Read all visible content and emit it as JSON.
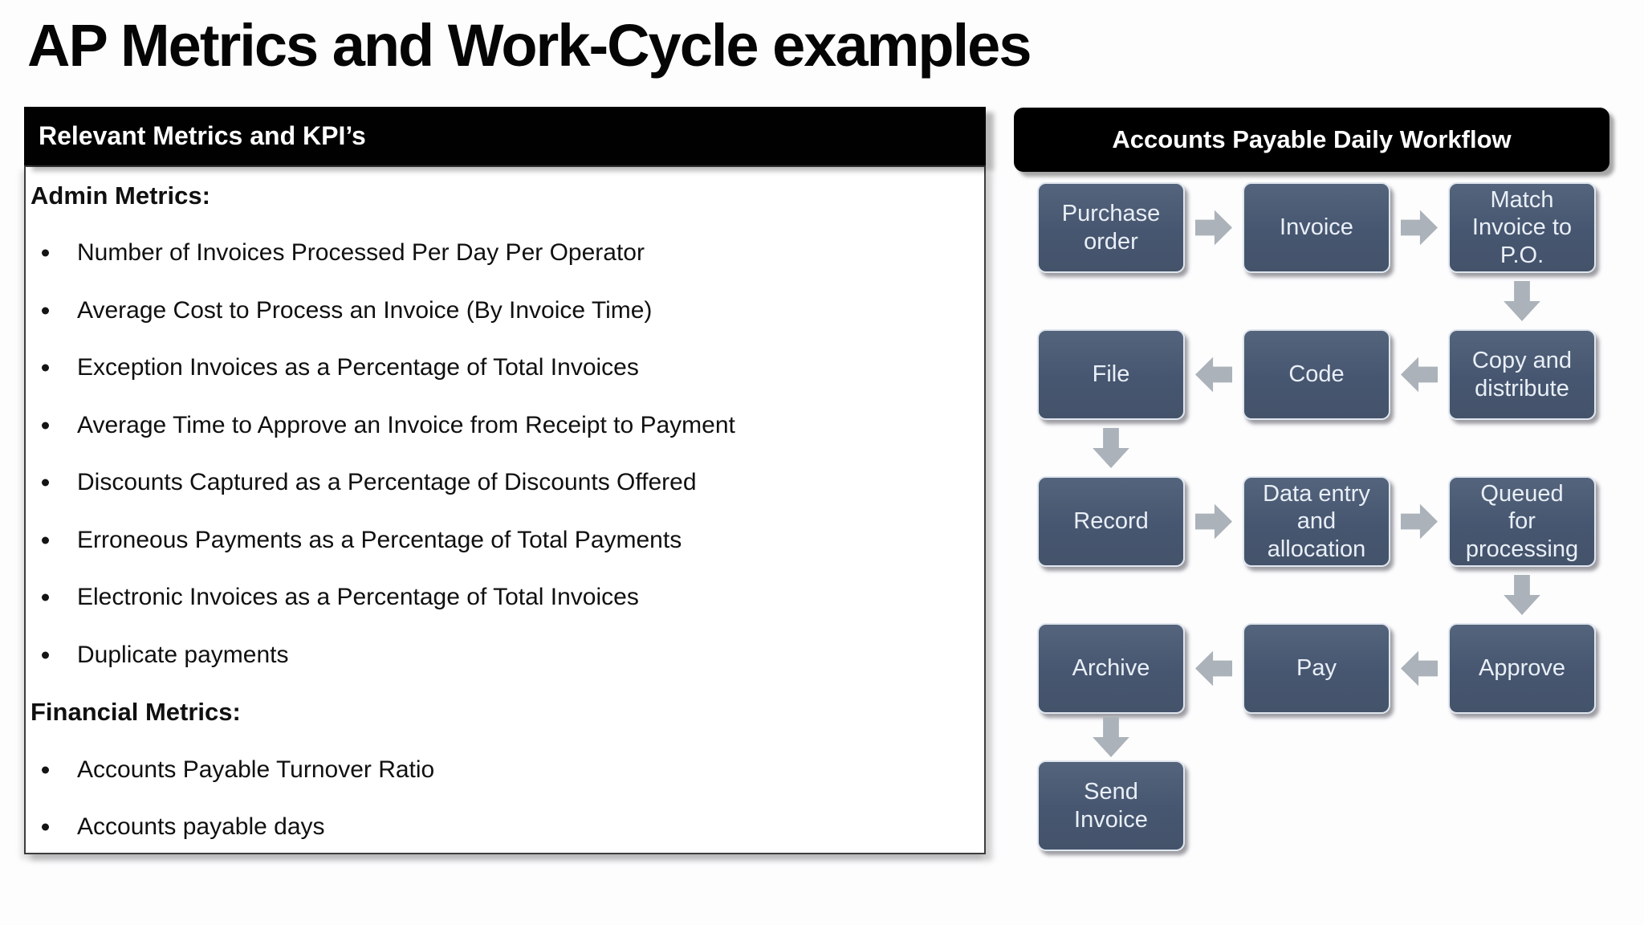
{
  "slide": {
    "title": "AP Metrics and Work-Cycle examples"
  },
  "metrics_panel": {
    "header": "Relevant Metrics and KPI’s",
    "admin": {
      "heading": "Admin Metrics:",
      "bullets": [
        "Number of Invoices Processed Per Day Per Operator",
        "Average Cost to Process an Invoice (By Invoice Time)",
        "Exception Invoices as a Percentage of Total Invoices",
        "Average Time to Approve an Invoice from Receipt to Payment",
        "Discounts Captured as a Percentage of Discounts Offered",
        "Erroneous Payments as a Percentage of Total Payments",
        "Electronic Invoices as a Percentage of Total Invoices",
        "Duplicate payments"
      ]
    },
    "financial": {
      "heading": "Financial Metrics:",
      "bullets": [
        "Accounts Payable Turnover Ratio",
        "Accounts payable days"
      ]
    }
  },
  "workflow": {
    "header": "Accounts Payable Daily Workflow",
    "nodes": {
      "purchase_order": "Purchase\norder",
      "invoice": "Invoice",
      "match_invoice_to_po": "Match\nInvoice to\nP.O.",
      "copy_and_distribute": "Copy and\ndistribute",
      "code": "Code",
      "file": "File",
      "record": "Record",
      "data_entry_and_allocation": "Data entry\nand\nallocation",
      "queued_for_processing": "Queued\nfor\nprocessing",
      "approve": "Approve",
      "pay": "Pay",
      "archive": "Archive",
      "send_invoice": "Send\nInvoice"
    }
  },
  "colors": {
    "node_fill": "#475670",
    "node_border": "#dfe6ee",
    "node_text": "#e9eff7",
    "arrow_gray": "#abb2b9",
    "header_bg": "#000000",
    "header_text": "#ffffff"
  }
}
